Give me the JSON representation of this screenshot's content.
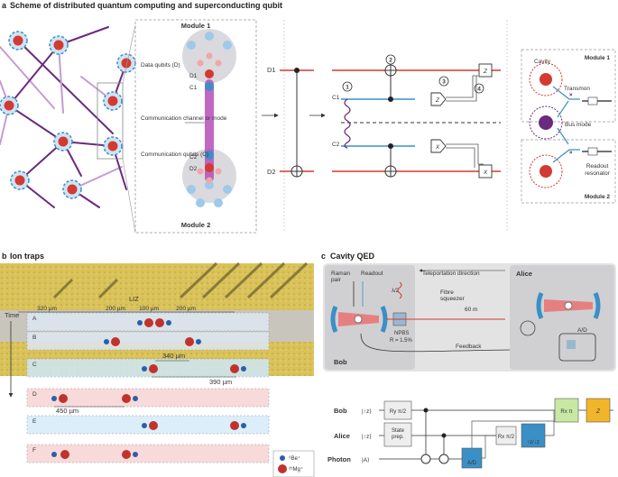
{
  "panel_a": {
    "letter": "a",
    "title": "Scheme of distributed quantum computing and superconducting qubit",
    "module1": "Module 1",
    "module2": "Module 2",
    "data_qubits": "Data qubits (D)",
    "comm_channel": "Communication channel or mode",
    "comm_qubits": "Communication qubits (C)",
    "d1": "D1",
    "c1": "C1",
    "c2": "C2",
    "d2": "D2",
    "step1": "1",
    "step2": "2",
    "step3": "3",
    "step4": "4",
    "z": "Z",
    "x": "X",
    "cavity": "Cavity",
    "transmon": "Transmon",
    "bus_mode": "Bus mode",
    "readout_resonator": "Readout resonator",
    "sq_module1": "Module 1",
    "sq_module2": "Module 2"
  },
  "panel_b": {
    "letter": "b",
    "title": "Ion traps",
    "time": "Time",
    "liz": "LIZ",
    "dist_320": "320 µm",
    "dist_200a": "200 µm",
    "dist_100": "100 µm",
    "dist_200b": "200 µm",
    "dist_340": "340 µm",
    "dist_390": "390 µm",
    "dist_450": "450 µm",
    "rows": [
      "A",
      "B",
      "C",
      "D",
      "E",
      "F"
    ],
    "legend_be": "⁹Be⁺",
    "legend_mg": "²⁵Mg⁺"
  },
  "panel_c": {
    "letter": "c",
    "title": "Cavity QED",
    "raman": "Raman pair",
    "readout": "Readout",
    "teleport": "Teleportation direction",
    "alice": "Alice",
    "bob": "Bob",
    "fibre": "Fibre squeezer",
    "sixty": "60 m",
    "npbs": "NPBS",
    "r": "R = 1.5%",
    "ad": "A/D",
    "feedback": "Feedback",
    "lambda_half": "λ/2",
    "circ_bob": "Bob",
    "circ_alice": "Alice",
    "circ_photon": "Photon",
    "ket_bob": "|↑z⟩",
    "ket_alice": "|↑z⟩",
    "ket_photon": "|A⟩",
    "ry": "Ry π/2",
    "state_prep": "State prep.",
    "rx_pi2": "Rx π/2",
    "rx_pi": "Rx π",
    "meas_ud": "↑z/↓z",
    "circ_ad": "A/D",
    "circ_z": "Z"
  },
  "colors": {
    "red": "#d33a32",
    "blue": "#2d8fcf",
    "purple": "#6b2a7e",
    "gold": "#f0b52a",
    "green": "#c9e8a3"
  }
}
